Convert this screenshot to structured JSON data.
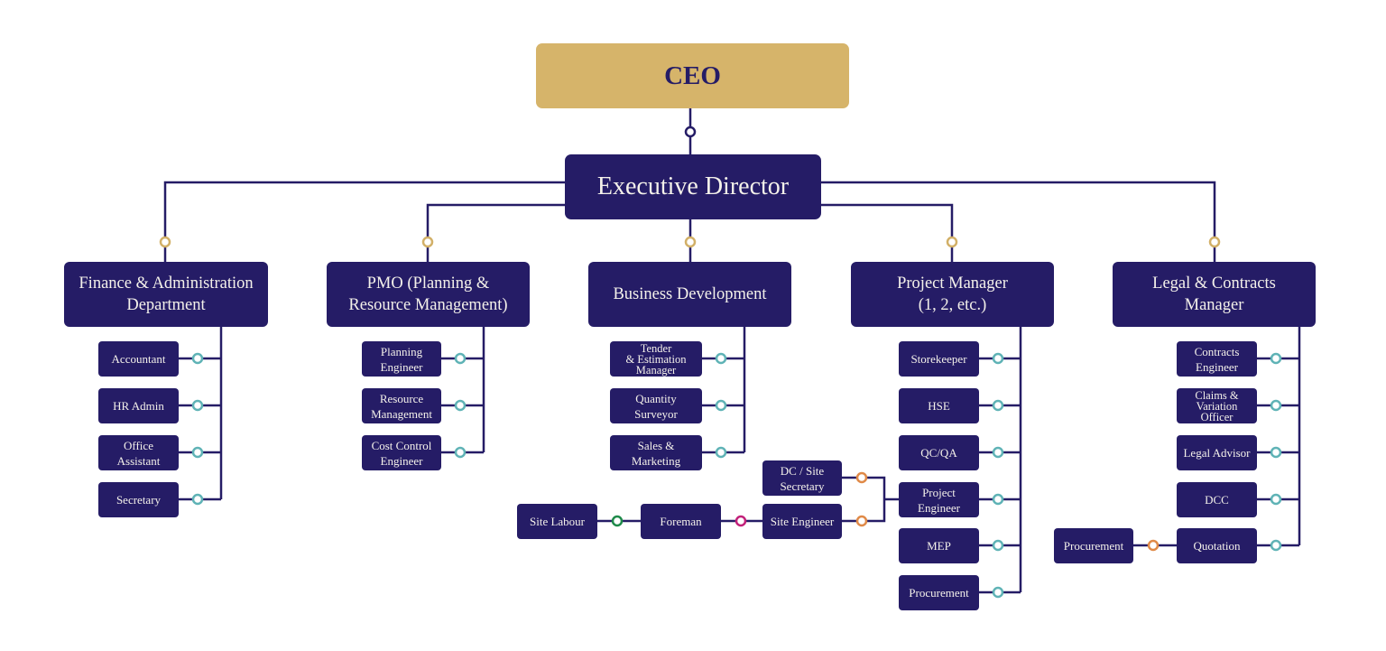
{
  "colors": {
    "box_fill": "#251c66",
    "box_text": "#f4f1ea",
    "ceo_fill": "#d6b46a",
    "line": "#251c66",
    "node_gold": "#d2b068",
    "node_teal": "#5fb3b6",
    "node_orange": "#e08a48",
    "node_green": "#1f8a4a",
    "node_magenta": "#c2217a",
    "node_navy": "#251c66"
  },
  "chart": {
    "ceo": "CEO",
    "executive_director": "Executive Director",
    "departments": [
      {
        "id": "finance",
        "title": "Finance & Administration\nDepartment",
        "roles": [
          "Accountant",
          "HR Admin",
          "Office\nAssistant",
          "Secretary"
        ]
      },
      {
        "id": "pmo",
        "title": "PMO (Planning &\nResource Management)",
        "roles": [
          "Planning\nEngineer",
          "Resource\nManagement",
          "Cost Control\nEngineer"
        ]
      },
      {
        "id": "business-development",
        "title": "Business Development",
        "roles": [
          "Tender\n& Estimation\nManager",
          "Quantity\nSurveyor",
          "Sales &\nMarketing"
        ]
      },
      {
        "id": "project-manager",
        "title": "Project Manager\n(1, 2, etc.)",
        "roles": [
          "Storekeeper",
          "HSE",
          "QC/QA",
          "Project\nEngineer",
          "MEP",
          "Procurement"
        ]
      },
      {
        "id": "legal",
        "title": "Legal & Contracts\nManager",
        "roles": [
          "Contracts\nEngineer",
          "Claims &\nVariation\nOfficer",
          "Legal Advisor",
          "DCC",
          "Quotation"
        ]
      }
    ],
    "project_engineer_reports": {
      "dc_site_secretary": "DC / Site\nSecretary",
      "site_engineer": "Site Engineer",
      "foreman": "Foreman",
      "site_labour": "Site Labour"
    },
    "quotation_reports": {
      "procurement": "Procurement"
    }
  }
}
